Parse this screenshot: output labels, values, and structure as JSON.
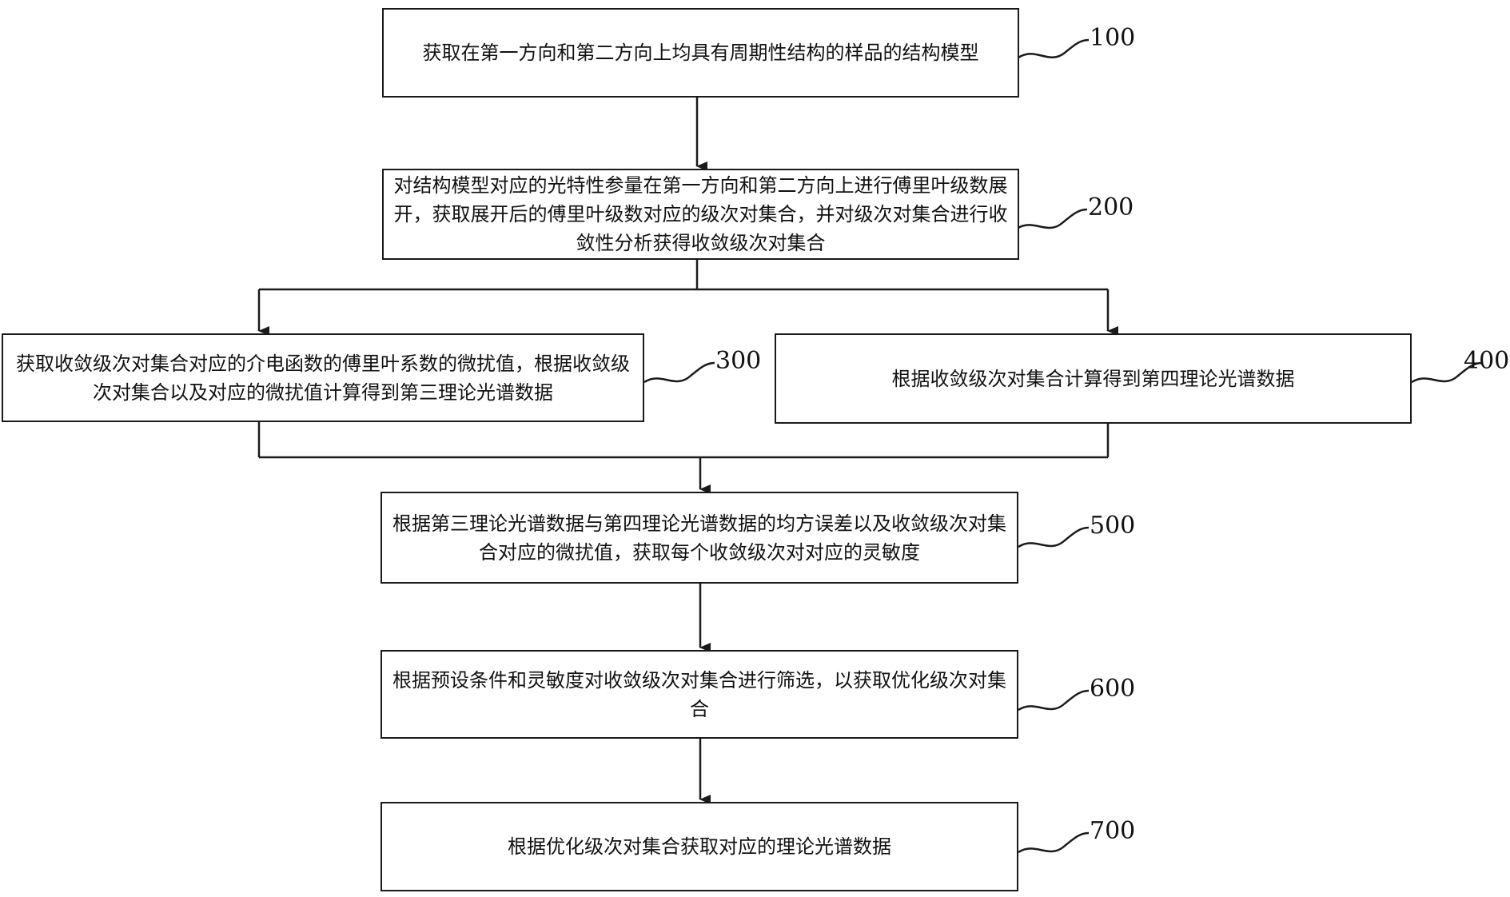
{
  "steps": [
    {
      "ref": "100",
      "text": "获取在第一方向和第二方向上均具有周期性结构的样品的结构模型"
    },
    {
      "ref": "200",
      "text": "对结构模型对应的光特性参量在第一方向和第二方向上进行傅里叶级数展开，获取展开后的傅里叶级数对应的级次对集合，并对级次对集合进行收敛性分析获得收敛级次对集合"
    },
    {
      "ref": "300",
      "text": "获取收敛级次对集合对应的介电函数的傅里叶系数的微扰值，根据收敛级次对集合以及对应的微扰值计算得到第三理论光谱数据"
    },
    {
      "ref": "400",
      "text": "根据收敛级次对集合计算得到第四理论光谱数据"
    },
    {
      "ref": "500",
      "text": "根据第三理论光谱数据与第四理论光谱数据的均方误差以及收敛级次对集合对应的微扰值，获取每个收敛级次对对应的灵敏度"
    },
    {
      "ref": "600",
      "text": "根据预设条件和灵敏度对收敛级次对集合进行筛选，以获取优化级次对集合"
    },
    {
      "ref": "700",
      "text": "根据优化级次对集合获取对应的理论光谱数据"
    }
  ]
}
